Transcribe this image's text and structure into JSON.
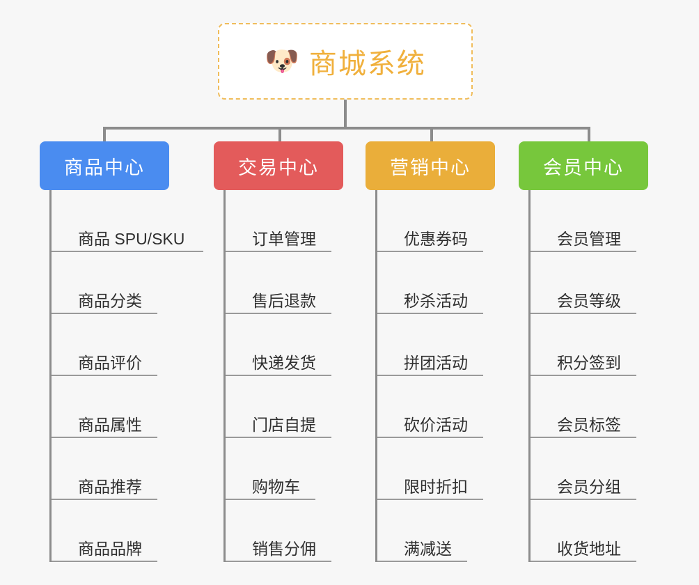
{
  "diagram": {
    "type": "mindmap",
    "title": "商城系统",
    "root": {
      "icon": "dog-face-icon",
      "emoji": "🐶",
      "label": "商城系统",
      "border_color": "#f0bd5c",
      "text_color": "#f0b03c",
      "background": "#ffffff"
    },
    "connector_color": "#8c8c8c",
    "canvas_background": "#f7f7f7",
    "branches": [
      {
        "label": "商品中心",
        "color": "#4a8cf0",
        "items": [
          "商品 SPU/SKU",
          "商品分类",
          "商品评价",
          "商品属性",
          "商品推荐",
          "商品品牌"
        ]
      },
      {
        "label": "交易中心",
        "color": "#e35b5b",
        "items": [
          "订单管理",
          "售后退款",
          "快递发货",
          "门店自提",
          "购物车",
          "销售分佣"
        ]
      },
      {
        "label": "营销中心",
        "color": "#eaae3a",
        "items": [
          "优惠券码",
          "秒杀活动",
          "拼团活动",
          "砍价活动",
          "限时折扣",
          "满减送"
        ]
      },
      {
        "label": "会员中心",
        "color": "#77c73c",
        "items": [
          "会员管理",
          "会员等级",
          "积分签到",
          "会员标签",
          "会员分组",
          "收货地址"
        ]
      }
    ]
  }
}
